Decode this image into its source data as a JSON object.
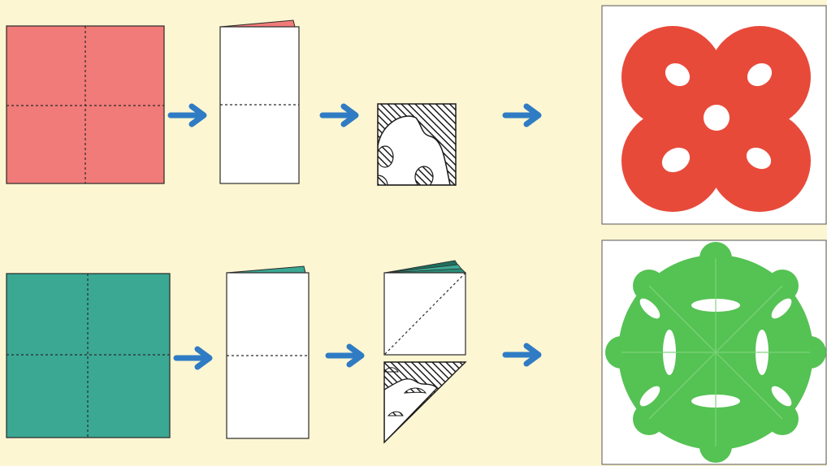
{
  "colors": {
    "background": "#fdf6d2",
    "paper_red": "#f07b78",
    "paper_teal": "#3aa893",
    "teal_dark": "#1f6e5e",
    "arrow": "#2f7cc4",
    "result_red": "#e84a3a",
    "result_green": "#55c254",
    "outline": "#2a2a2a",
    "photo_bg": "#ffffff"
  },
  "rows": [
    {
      "id": "red",
      "steps": [
        "square-paper-folded-in-four",
        "folded-in-half",
        "folded-in-quarter-with-cut-pattern"
      ],
      "result": "red-paper-cutout-flower"
    },
    {
      "id": "green",
      "steps": [
        "square-paper-folded-in-four",
        "folded-in-half",
        "folded-in-quarter-then-diagonal-with-cut-pattern"
      ],
      "result": "green-paper-cutout-snowflake"
    }
  ]
}
